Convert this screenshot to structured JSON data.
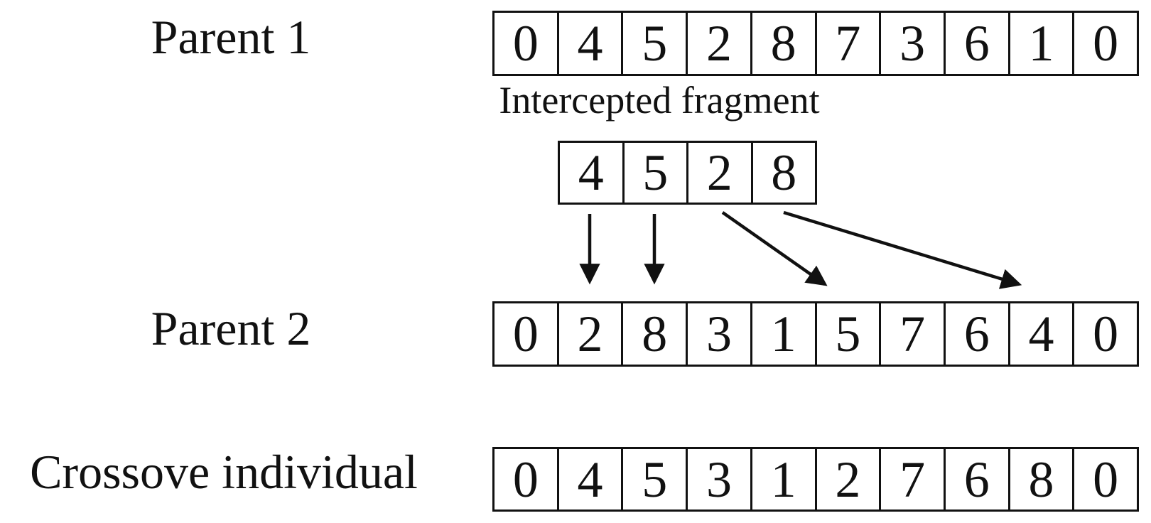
{
  "parent1": {
    "label": "Parent 1",
    "cells": [
      "0",
      "4",
      "5",
      "2",
      "8",
      "7",
      "3",
      "6",
      "1",
      "0"
    ]
  },
  "fragment": {
    "title": "Intercepted fragment",
    "cells": [
      "4",
      "5",
      "2",
      "8"
    ]
  },
  "parent2": {
    "label": "Parent 2",
    "cells": [
      "0",
      "2",
      "8",
      "3",
      "1",
      "5",
      "7",
      "6",
      "4",
      "0"
    ]
  },
  "crossover": {
    "label": "Crossove individual",
    "cells": [
      "0",
      "4",
      "5",
      "3",
      "1",
      "2",
      "7",
      "6",
      "8",
      "0"
    ]
  },
  "arrows": [
    {
      "from": "fragment-cell-0-value-4",
      "to": "parent2-cell-1-value-2",
      "style": "straight-down"
    },
    {
      "from": "fragment-cell-1-value-5",
      "to": "parent2-cell-2-value-8",
      "style": "straight-down"
    },
    {
      "from": "fragment-cell-2-value-2",
      "to": "parent2-cell-5-value-5",
      "style": "diagonal"
    },
    {
      "from": "fragment-cell-3-value-8",
      "to": "parent2-cell-8-value-4",
      "style": "diagonal"
    }
  ],
  "colors": {
    "ink": "#111111",
    "background": "#ffffff"
  }
}
